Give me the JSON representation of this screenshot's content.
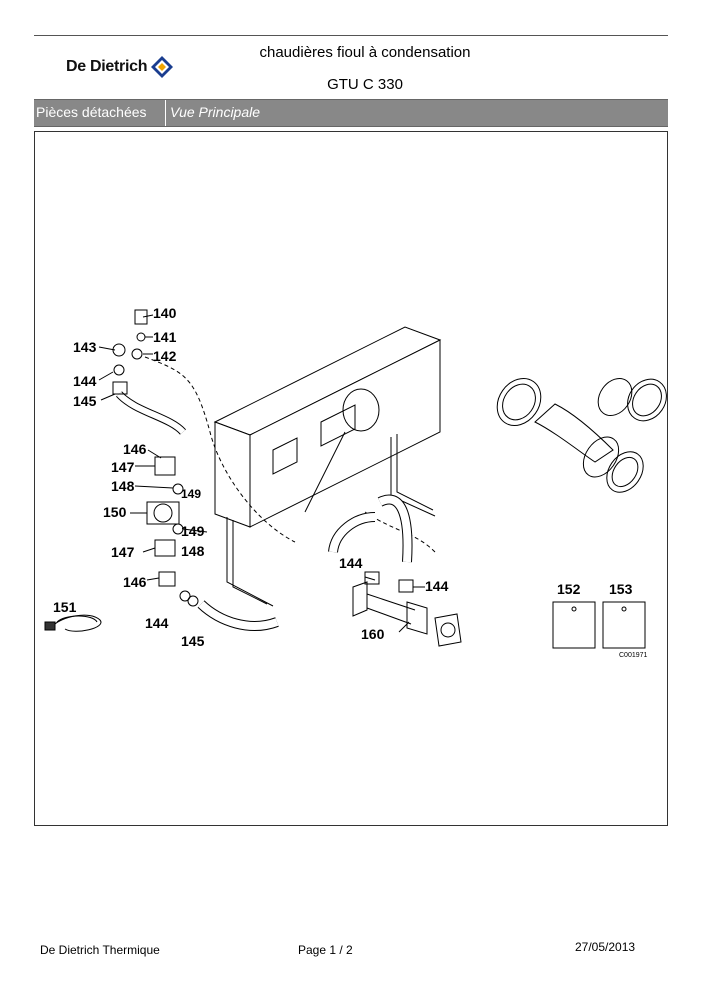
{
  "header": {
    "brand": "De Dietrich",
    "title_line1": "chaudières fioul à condensation",
    "title_line2": "GTU C 330"
  },
  "section_bar": {
    "label": "Pièces détachées",
    "view": "Vue Principale"
  },
  "drawing": {
    "callouts": {
      "c140": "140",
      "c141": "141",
      "c142": "142",
      "c143": "143",
      "c144a": "144",
      "c145a": "145",
      "c146a": "146",
      "c147a": "147",
      "c148a": "148",
      "c149a": "149",
      "c150": "150",
      "c149b": "149",
      "c147b": "147",
      "c148b": "148",
      "c146b": "146",
      "c151": "151",
      "c144b": "144",
      "c145b": "145",
      "c144c": "144",
      "c144d": "144",
      "c160": "160",
      "c152": "152",
      "c153": "153"
    },
    "reference_code": "C001971"
  },
  "footer": {
    "company": "De Dietrich Thermique",
    "page": "Page   1  /  2",
    "date": "27/05/2013"
  }
}
